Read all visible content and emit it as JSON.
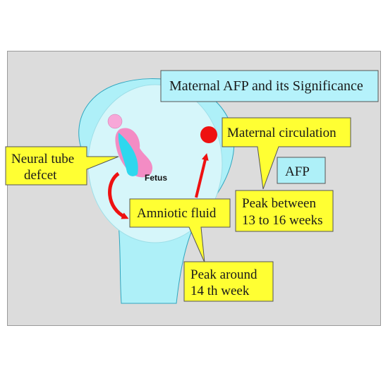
{
  "title": "Maternal AFP and its Significance",
  "labels": {
    "neural_tube_line1": "Neural tube",
    "neural_tube_line2": "defcet",
    "fetus": "Fetus",
    "maternal_circulation": "Maternal circulation",
    "afp": "AFP",
    "amniotic_fluid": "Amniotic fluid",
    "peak_between_line1": "Peak between",
    "peak_between_line2": "13 to 16 weeks",
    "peak_around_line1": "Peak around",
    "peak_around_line2": "14 th week"
  },
  "colors": {
    "background": "#dcdcdc",
    "uterus": "#aef0f8",
    "amniotic_sac": "#d6f6fa",
    "callout": "#ffff33",
    "title_box": "#b5f2fb",
    "afp_box": "#aef0f8",
    "fetus_body": "#f38cc4",
    "fetus_cyan": "#2fd7ee",
    "arrow_red": "#ee1111"
  }
}
